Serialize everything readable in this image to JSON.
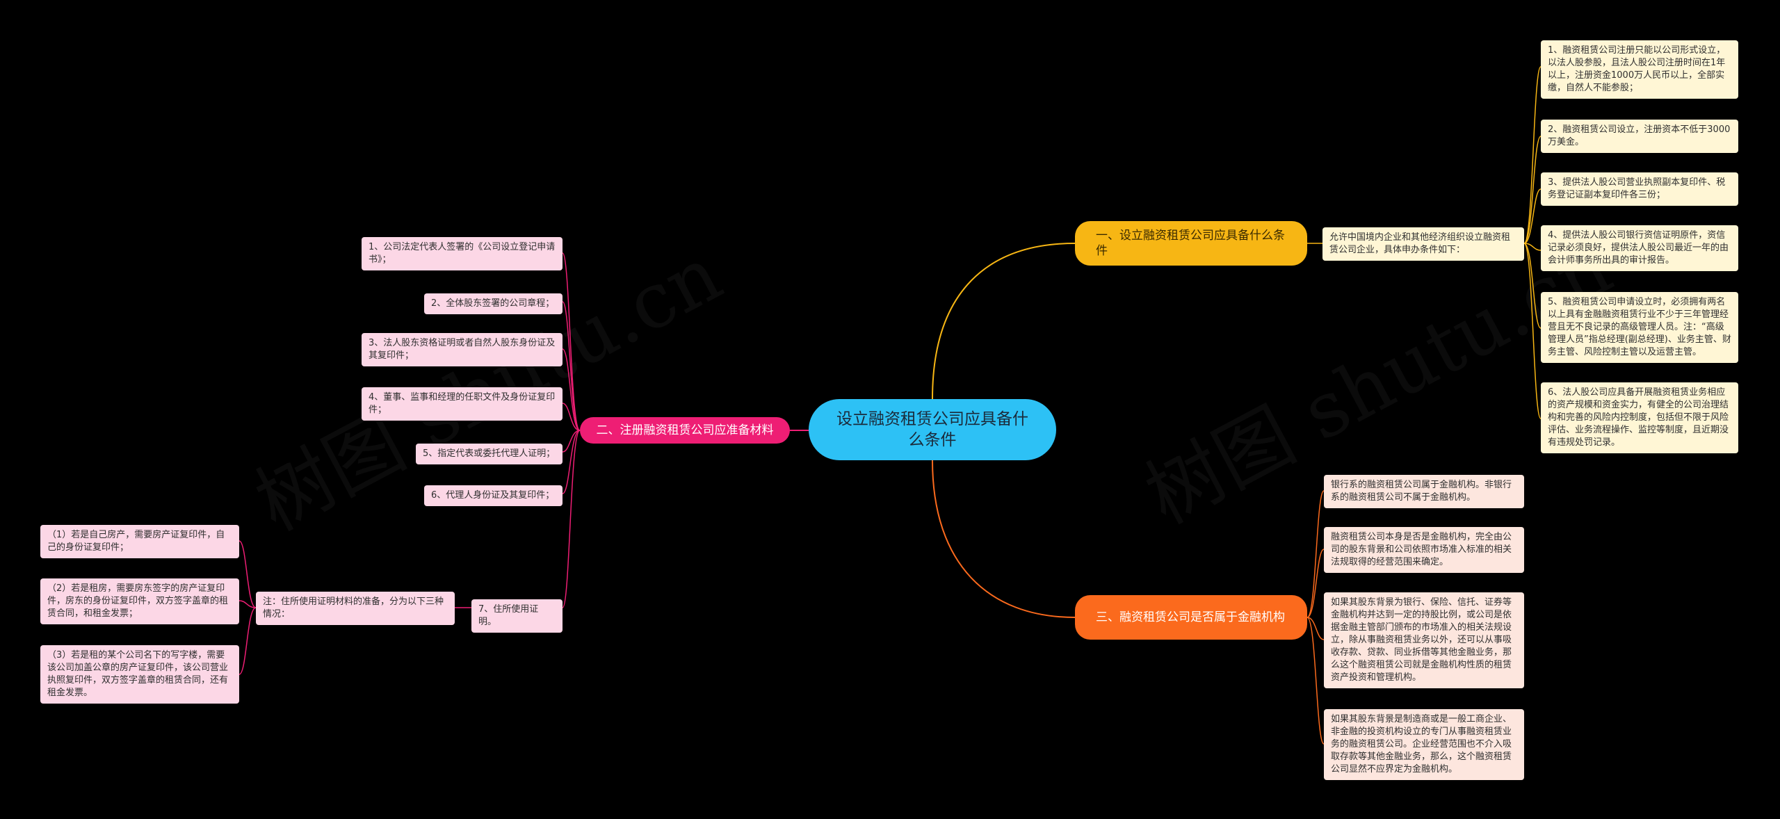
{
  "root": {
    "label": "设立融资租赁公司应具备什么条件"
  },
  "branch1": {
    "label": "一、设立融资租赁公司应具备什么条件",
    "summary": "允许中国境内企业和其他经济组织设立融资租赁公司企业，具体申办条件如下：",
    "items": [
      "1、融资租赁公司注册只能以公司形式设立，以法人股参股，且法人股公司注册时间在1年以上，注册资金1000万人民币以上，全部实缴，自然人不能参股；",
      "2、融资租赁公司设立，注册资本不低于3000万美金。",
      "3、提供法人股公司营业执照副本复印件、税务登记证副本复印件各三份；",
      "4、提供法人股公司银行资信证明原件，资信记录必须良好，提供法人股公司最近一年的由会计师事务所出具的审计报告。",
      "5、融资租赁公司申请设立时，必须拥有两名以上具有金融融资租赁行业不少于三年管理经营且无不良记录的高级管理人员。注：“高级管理人员”指总经理(副总经理)、业务主管、财务主管、风险控制主管以及运营主管。",
      "6、法人股公司应具备开展融资租赁业务相应的资产规模和资金实力，有健全的公司治理结构和完善的风险内控制度，包括但不限于风险评估、业务流程操作、监控等制度，且近期没有违规处罚记录。"
    ]
  },
  "branch2": {
    "label": "二、注册融资租赁公司应准备材料",
    "items": [
      "1、公司法定代表人签署的《公司设立登记申请书》；",
      "2、全体股东签署的公司章程；",
      "3、法人股东资格证明或者自然人股东身份证及其复印件；",
      "4、董事、监事和经理的任职文件及身份证复印件；",
      "5、指定代表或委托代理人证明；",
      "6、代理人身份证及其复印件；",
      "7、住所使用证明。"
    ],
    "note": "注：住所使用证明材料的准备，分为以下三种情况：",
    "sub_items": [
      "（1）若是自己房产，需要房产证复印件，自己的身份证复印件；",
      "（2）若是租房，需要房东签字的房产证复印件，房东的身份证复印件，双方签字盖章的租赁合同，和租金发票；",
      "（3）若是租的某个公司名下的写字楼，需要该公司加盖公章的房产证复印件，该公司营业执照复印件，双方签字盖章的租赁合同，还有租金发票。"
    ]
  },
  "branch3": {
    "label": "三、融资租赁公司是否属于金融机构",
    "items": [
      "银行系的融资租赁公司属于金融机构。非银行系的融资租赁公司不属于金融机构。",
      "融资租赁公司本身是否是金融机构，完全由公司的股东背景和公司依照市场准入标准的相关法规取得的经营范围来确定。",
      "如果其股东背景为银行、保险、信托、证券等金融机构并达到一定的持股比例，或公司是依据金融主管部门颁布的市场准入的相关法规设立，除从事融资租赁业务以外，还可以从事吸收存款、贷款、同业拆借等其他金融业务，那么这个融资租赁公司就是金融机构性质的租赁资产投资和管理机构。",
      "如果其股东背景是制造商或是一般工商企业、非金融的投资机构设立的专门从事融资租赁业务的融资租赁公司。企业经营范围也不介入吸取存款等其他金融业务，那么，这个融资租赁公司显然不应界定为金融机构。"
    ]
  },
  "colors": {
    "root": "#2dc1f5",
    "branch1": "#f7b614",
    "branch2": "#ee1e74",
    "branch3": "#fb6a1d",
    "leaf_yellow": "#fff6d5",
    "leaf_pink": "#fcd7e6",
    "leaf_peach": "#fde6de",
    "background": "#000000"
  }
}
